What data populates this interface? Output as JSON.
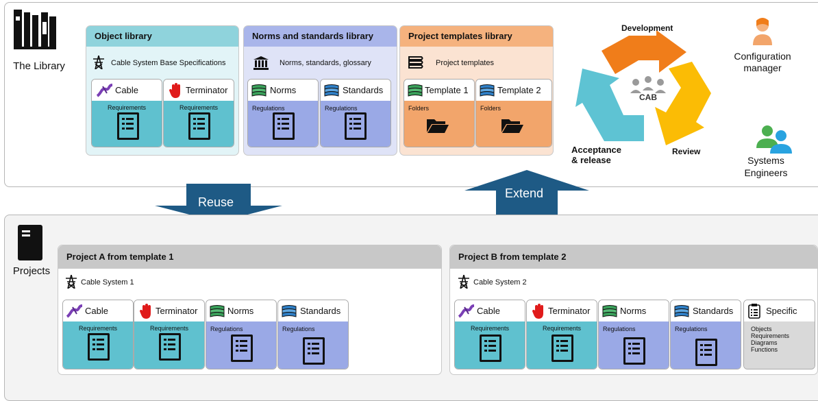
{
  "library": {
    "label": "The Library",
    "object_library": {
      "title": "Object library",
      "subtitle": "Cable System Base Specifications",
      "cards": [
        {
          "label": "Cable",
          "caption": "Requirements"
        },
        {
          "label": "Terminator",
          "caption": "Requirements"
        }
      ]
    },
    "norms_library": {
      "title": "Norms and standards library",
      "subtitle": "Norms, standards, glossary",
      "cards": [
        {
          "label": "Norms",
          "caption": "Regulations"
        },
        {
          "label": "Standards",
          "caption": "Regulations"
        }
      ]
    },
    "templates_library": {
      "title": "Project templates library",
      "subtitle": "Project templates",
      "cards": [
        {
          "label": "Template 1",
          "caption": "Folders"
        },
        {
          "label": "Template 2",
          "caption": "Folders"
        }
      ]
    }
  },
  "cycle": {
    "center": "CAB",
    "development": "Development",
    "review": "Review",
    "acceptance_line1": "Acceptance",
    "acceptance_line2": "& release"
  },
  "roles": {
    "config_line1": "Configuration",
    "config_line2": "manager",
    "se_line1": "Systems",
    "se_line2": "Engineers"
  },
  "arrows": {
    "reuse": "Reuse",
    "extend": "Extend"
  },
  "projects": {
    "label": "Projects",
    "project_a": {
      "title": "Project A from template 1",
      "subtitle": "Cable System 1",
      "cards": [
        {
          "label": "Cable",
          "caption": "Requirements"
        },
        {
          "label": "Terminator",
          "caption": "Requirements"
        },
        {
          "label": "Norms",
          "caption": "Regulations"
        },
        {
          "label": "Standards",
          "caption": "Regulations"
        }
      ]
    },
    "project_b": {
      "title": "Project B from template 2",
      "subtitle": "Cable System 2",
      "cards": [
        {
          "label": "Cable",
          "caption": "Requirements"
        },
        {
          "label": "Terminator",
          "caption": "Requirements"
        },
        {
          "label": "Norms",
          "caption": "Regulations"
        },
        {
          "label": "Standards",
          "caption": "Regulations"
        }
      ],
      "specific": {
        "label": "Specific",
        "items": [
          "Objects",
          "Requirements",
          "Diagrams",
          "Functions"
        ]
      }
    }
  },
  "colors": {
    "teal": "#5fc1cf",
    "blue": "#9aa9e6",
    "orange": "#f2a56b",
    "obj_header": "#8fd3dc",
    "norms_header": "#a9b5ea",
    "templates_header": "#f5b27e",
    "arrow_blue": "#1e5a85",
    "cycle_orange": "#f07d1a",
    "cycle_yellow": "#fbbc05",
    "cycle_blue": "#5ec3d3"
  },
  "icons": [
    "library-books-icon",
    "transmission-tower-icon",
    "bank-building-icon",
    "book-stack-icon",
    "cable-icon",
    "stop-hand-icon",
    "books-icon",
    "folder-icon",
    "document-list-icon",
    "person-icon",
    "people-icon",
    "projects-book-icon",
    "clipboard-icon"
  ]
}
